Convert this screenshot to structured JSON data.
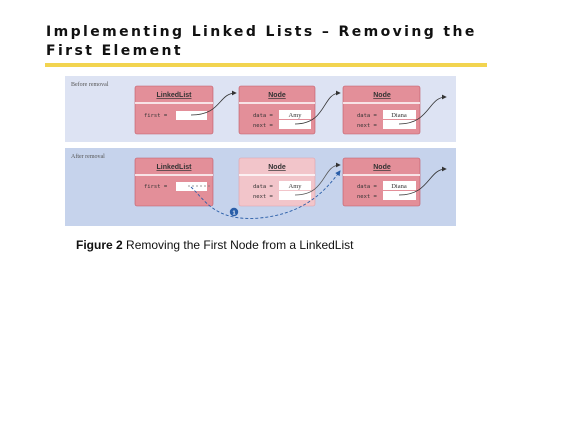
{
  "slide": {
    "title": "Implementing Linked Lists – Removing the First Element"
  },
  "figure": {
    "caption_label": "Figure 2",
    "caption_text": "Removing the First Node from a LinkedList",
    "panels": [
      {
        "label": "Before removal",
        "linkedlist": {
          "header": "LinkedList",
          "first_label": "first ="
        },
        "nodes": [
          {
            "header": "Node",
            "data_label": "data =",
            "data_value": "Amy",
            "next_label": "next ="
          },
          {
            "header": "Node",
            "data_label": "data =",
            "data_value": "Diana",
            "next_label": "next ="
          }
        ]
      },
      {
        "label": "After removal",
        "linkedlist": {
          "header": "LinkedList",
          "first_label": "first ="
        },
        "nodes": [
          {
            "header": "Node",
            "data_label": "data =",
            "data_value": "Amy",
            "next_label": "next =",
            "faded": true
          },
          {
            "header": "Node",
            "data_label": "data =",
            "data_value": "Diana",
            "next_label": "next ="
          }
        ],
        "step_badge": "1"
      }
    ]
  },
  "colors": {
    "panel_before": "#dde3f3",
    "panel_after": "#c6d3ec",
    "box_fill": "#e38f99",
    "box_fill_faded": "#f2c5ca",
    "box_stroke": "#c05a68",
    "arrow": "#333333",
    "dashed_arrow": "#2a5ea8",
    "title_rule": "#f2d450"
  }
}
